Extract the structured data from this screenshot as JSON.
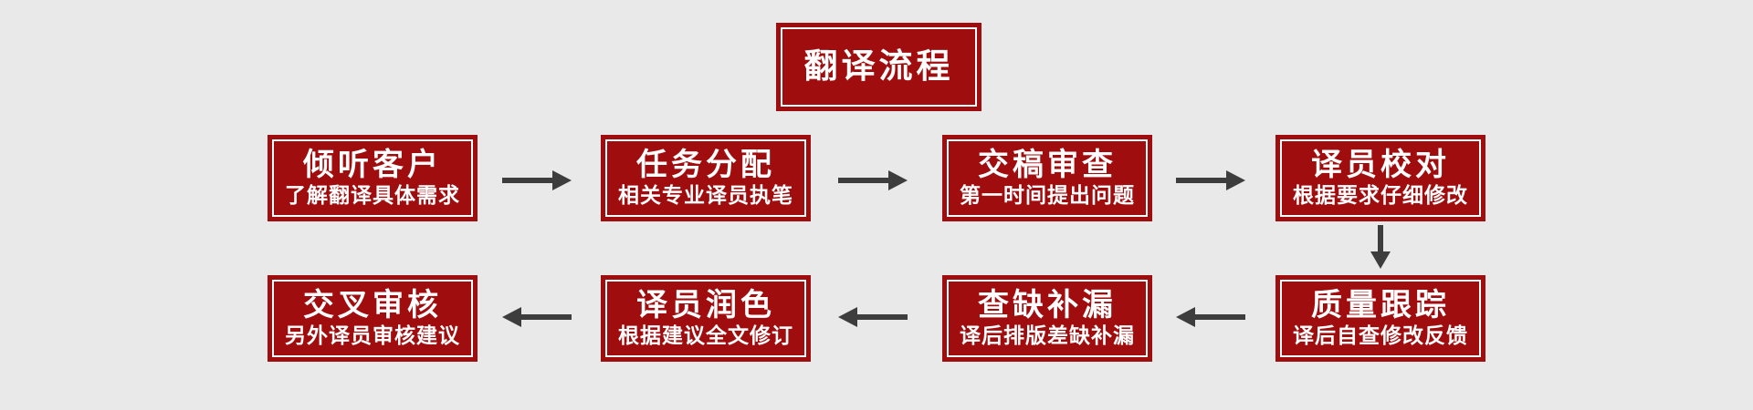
{
  "page": {
    "background_color": "#e9e9e9"
  },
  "colors": {
    "page_bg": "#e9e9e9",
    "box_fill": "#a00d0f",
    "box_inner_border": "#ffffff",
    "box_text": "#ffffff",
    "arrow": "#3d3d3d"
  },
  "title": {
    "label": "翻译流程"
  },
  "flow": {
    "row1_direction": "left-to-right",
    "row2_direction": "right-to-left",
    "row1": [
      {
        "title": "倾听客户",
        "subtitle": "了解翻译具体需求"
      },
      {
        "title": "任务分配",
        "subtitle": "相关专业译员执笔"
      },
      {
        "title": "交稿审查",
        "subtitle": "第一时间提出问题"
      },
      {
        "title": "译员校对",
        "subtitle": "根据要求仔细修改"
      }
    ],
    "row2": [
      {
        "title": "交叉审核",
        "subtitle": "另外译员审核建议"
      },
      {
        "title": "译员润色",
        "subtitle": "根据建议全文修订"
      },
      {
        "title": "查缺补漏",
        "subtitle": "译后排版差缺补漏"
      },
      {
        "title": "质量跟踪",
        "subtitle": "译后自查修改反馈"
      }
    ],
    "sequence": [
      "倾听客户",
      "任务分配",
      "交稿审查",
      "译员校对",
      "质量跟踪",
      "查缺补漏",
      "译员润色",
      "交叉审核"
    ]
  }
}
